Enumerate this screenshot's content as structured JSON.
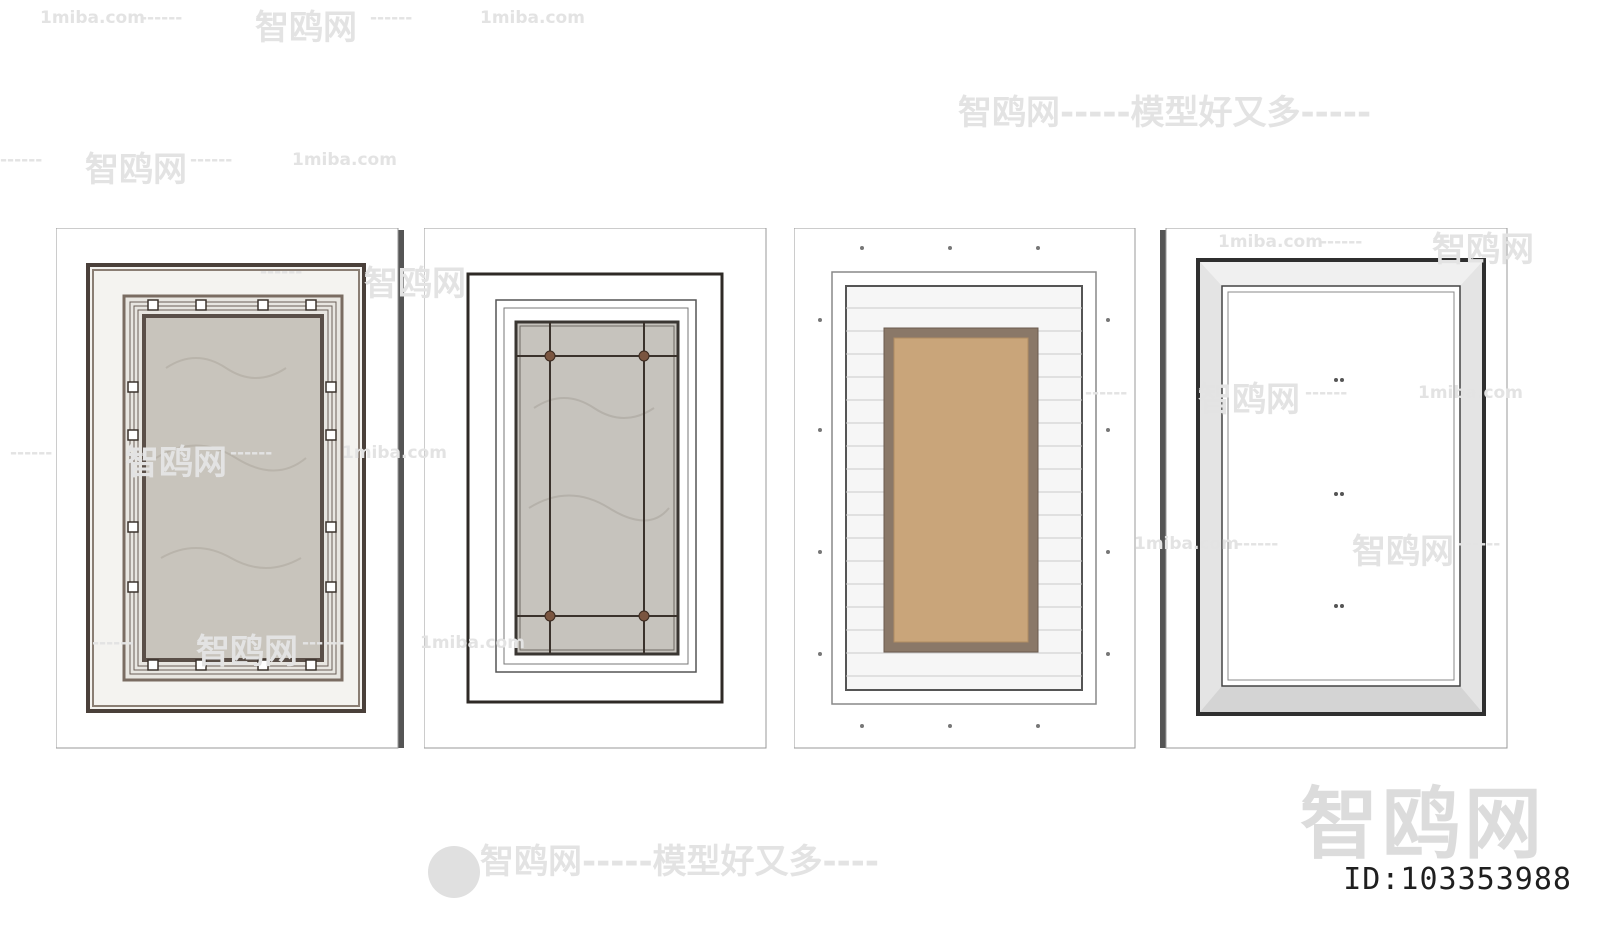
{
  "watermarks": {
    "site": "1miba.com",
    "brand": "智鸥网",
    "slogan": "智鸥网-----模型好又多-----",
    "slogan_bottom": "智鸥网-----模型好又多----",
    "dashes": "------",
    "big_brand": "智鸥网",
    "id_label": "ID:103353988"
  },
  "panels": [
    {
      "name": "panel-marble-lattice",
      "fill": "#c8c4bc",
      "frame": "#5a4f48"
    },
    {
      "name": "panel-marble-grid",
      "fill": "#c6c3bd",
      "frame": "#3a3632"
    },
    {
      "name": "panel-fabric-stripes",
      "fill": "#c9a57a",
      "frame": "#8a7868"
    },
    {
      "name": "panel-plain-bevel",
      "fill": "#ffffff",
      "frame": "#2f2f2f"
    }
  ]
}
